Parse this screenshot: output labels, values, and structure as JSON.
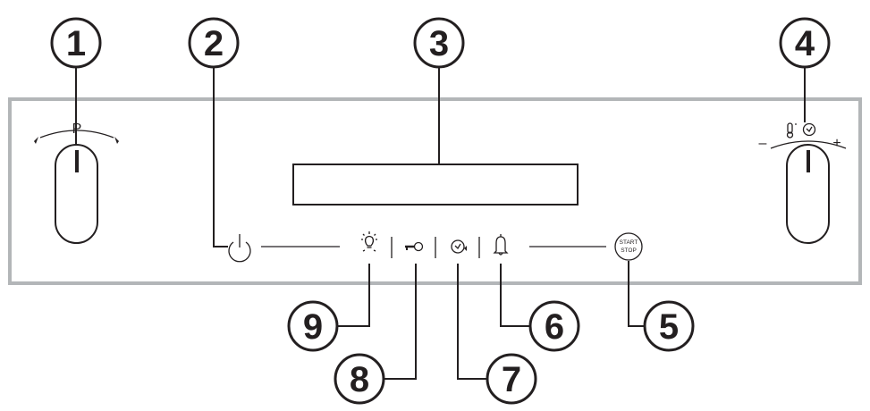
{
  "callouts": [
    {
      "number": "1",
      "target": "program-selector-knob"
    },
    {
      "number": "2",
      "target": "on-off-button"
    },
    {
      "number": "3",
      "target": "display"
    },
    {
      "number": "4",
      "target": "temperature-time-knob"
    },
    {
      "number": "5",
      "target": "start-stop-button"
    },
    {
      "number": "6",
      "target": "alarm-button"
    },
    {
      "number": "7",
      "target": "timer-button"
    },
    {
      "number": "8",
      "target": "child-lock-button"
    },
    {
      "number": "9",
      "target": "light-button"
    }
  ],
  "left_knob": {
    "label": "P"
  },
  "right_knob": {
    "minus": "–",
    "plus": "+"
  },
  "start_stop": {
    "line1": "START",
    "line2": "STOP"
  },
  "colors": {
    "panel_border": "#b3b6b8",
    "ink": "#231f20"
  },
  "icons": {
    "on_off": "power-icon",
    "light": "bulb-icon",
    "lock": "key-icon",
    "timer": "clock-icon",
    "alarm": "bell-icon",
    "thermometer": "thermometer-icon",
    "time": "clock-icon"
  }
}
